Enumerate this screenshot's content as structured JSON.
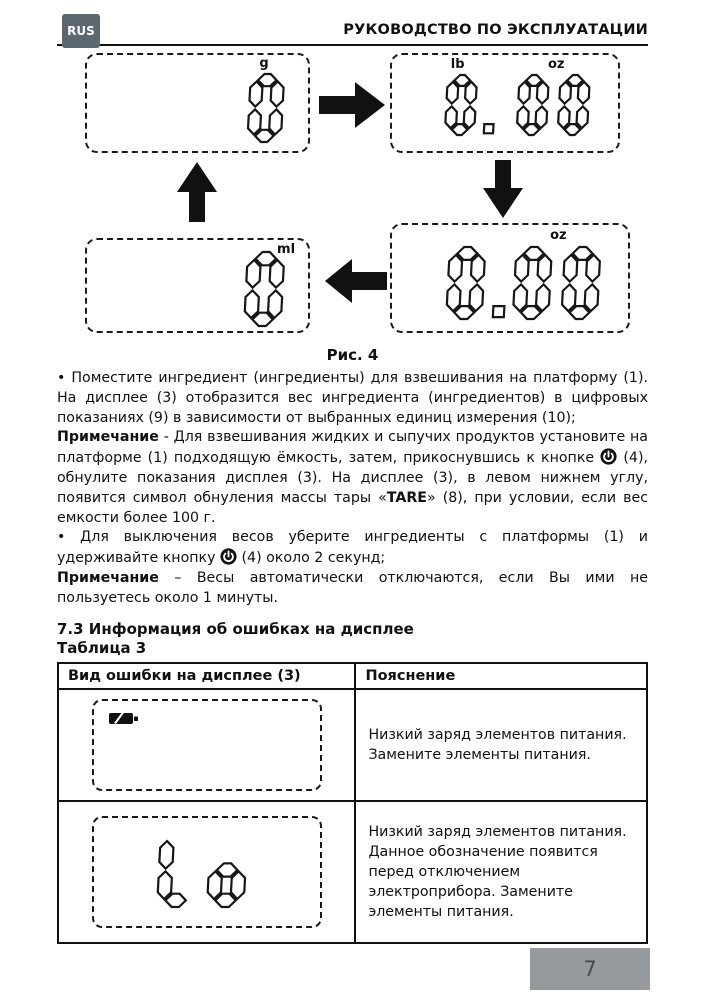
{
  "header": {
    "lang": "RUS",
    "title": "РУКОВОДСТВО ПО ЭКСПЛУАТАЦИИ"
  },
  "figure": {
    "caption": "Рис. 4",
    "displays": {
      "g": {
        "unit": "g",
        "value": "0"
      },
      "lboz": {
        "unit1": "lb",
        "unit2": "oz",
        "value": "0. 00"
      },
      "oz": {
        "unit": "oz",
        "value": "0.00"
      },
      "ml": {
        "unit": "ml",
        "value": "0"
      }
    },
    "arrows": [
      "right-arrow-icon",
      "down-arrow-icon",
      "left-arrow-icon",
      "up-arrow-icon"
    ]
  },
  "body": {
    "bullet1": "• Поместите ингредиент (ингредиенты) для взвешивания на платформу (1). На дисплее (3) отобразится вес ингредиента (ингредиентов) в цифровых показаниях (9) в зависимости от выбранных единиц измерения (10);",
    "note1_label": "Примечание",
    "note1_a": " - Для взвешивания жидких и сыпучих продуктов установите на платформе (1) подходящую ёмкость, затем, прикоснувшись к кнопке ",
    "note1_b": " (4), обнулите показания дисплея (3). На дисплее (3), в левом нижнем углу, появится символ обнуления массы тары «",
    "note1_tare": "TARE",
    "note1_c": "» (8), при условии, если вес емкости более 100 г.",
    "bullet2_a": "• Для выключения весов уберите ингредиенты с платформы (1) и удерживайте кнопку ",
    "bullet2_b": " (4) около 2 секунд;",
    "note2_label": "Примечание",
    "note2_text": " – Весы автоматически отключаются, если Вы ими не пользуетесь около 1 минуты.",
    "power_icon": "power-button-icon"
  },
  "section": {
    "heading": "7.3 Информация об ошибках на дисплее",
    "table_label": "Таблица 3"
  },
  "table": {
    "headers": [
      "Вид ошибки на дисплее (3)",
      "Пояснение"
    ],
    "rows": [
      {
        "error_icon": "low-battery-icon",
        "error_value": "",
        "explanation": "Низкий заряд элементов питания. Замените элементы питания."
      },
      {
        "error_icon": "",
        "error_value": "Lo",
        "explanation": "Низкий заряд элементов питания. Данное обозначение появится перед отключением электроприбора. Замените элементы питания."
      }
    ]
  },
  "page": {
    "number": "7"
  },
  "colors": {
    "badge_bg": "#5d6770",
    "page_num_bg": "#959a9f",
    "ink": "#111111"
  }
}
